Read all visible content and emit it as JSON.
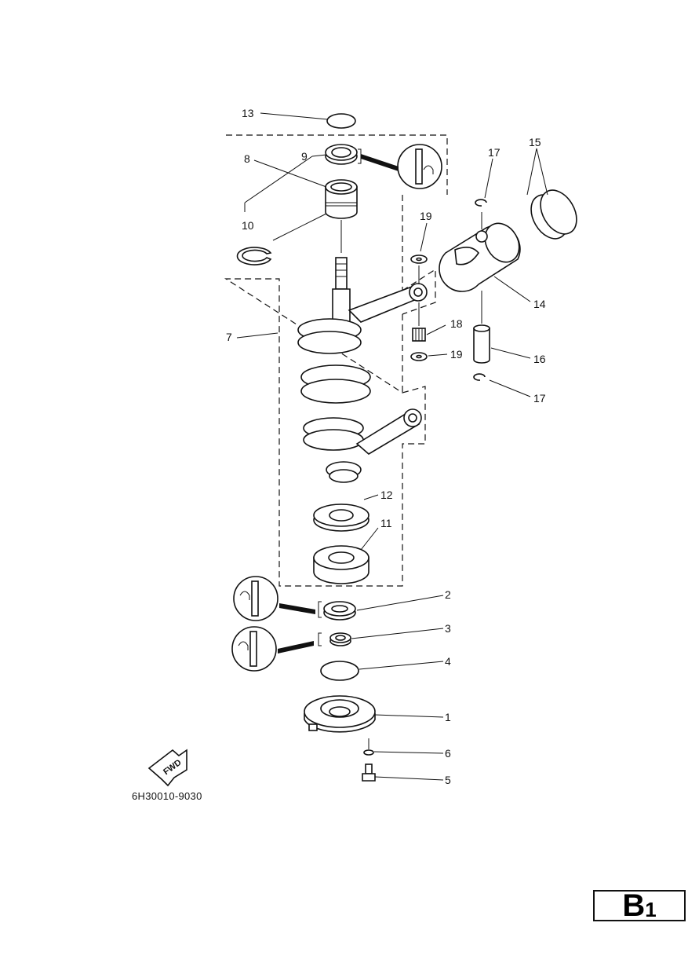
{
  "callouts": {
    "c1": "1",
    "c2": "2",
    "c3": "3",
    "c4": "4",
    "c5": "5",
    "c6": "6",
    "c7": "7",
    "c8": "8",
    "c9": "9",
    "c10": "10",
    "c11": "11",
    "c12": "12",
    "c13": "13",
    "c14": "14",
    "c15": "15",
    "c16": "16",
    "c17a": "17",
    "c17b": "17",
    "c18": "18",
    "c19a": "19",
    "c19b": "19"
  },
  "fwd_label": "FWD",
  "drawing_code": "6H30010-9030",
  "page_tab": {
    "letter": "B",
    "number": "1"
  },
  "icons": [
    "grease-symbol-icon",
    "fwd-arrow-icon"
  ]
}
